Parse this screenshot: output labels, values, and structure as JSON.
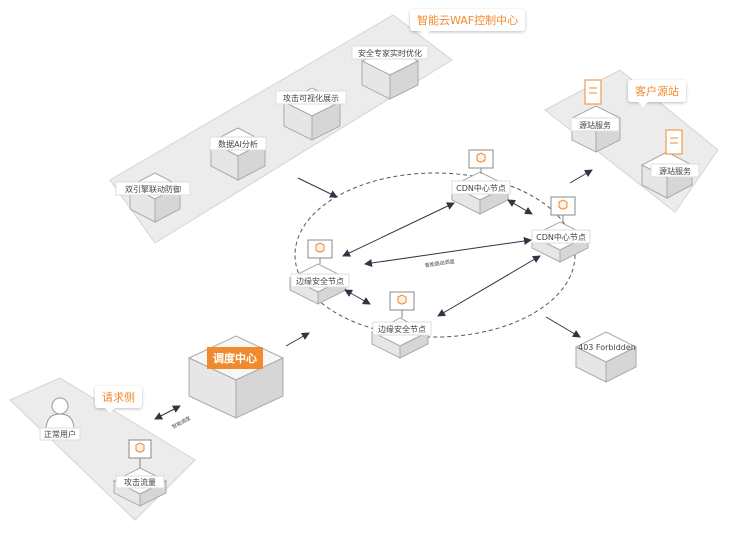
{
  "callouts": {
    "waf_console": "智能云WAF控制中心",
    "origin": "客户源站",
    "requester": "请求侧"
  },
  "dispatch": "调度中心",
  "waf_blocks": {
    "b1": "双引擎联动防御",
    "b2": "数据AI分析",
    "b3": "攻击可视化展示",
    "b4": "安全专家实时优化"
  },
  "origin_servers": {
    "s1": "源站服务",
    "s2": "源站服务"
  },
  "nodes": {
    "cdn1": "CDN中心节点",
    "cdn2": "CDN中心节点",
    "edge1": "边缘安全节点",
    "edge2": "边缘安全节点"
  },
  "forbidden": "403 Forbidden",
  "requester": {
    "user": "正常用户",
    "attack": "攻击流量"
  },
  "edge_labels": {
    "intelligent": "智能路由调度",
    "dispatch": "智能调度"
  },
  "colors": {
    "accent": "#f08a2e",
    "arrow": "#333344",
    "platform": "#ececec",
    "box": "#f3f3f3"
  }
}
